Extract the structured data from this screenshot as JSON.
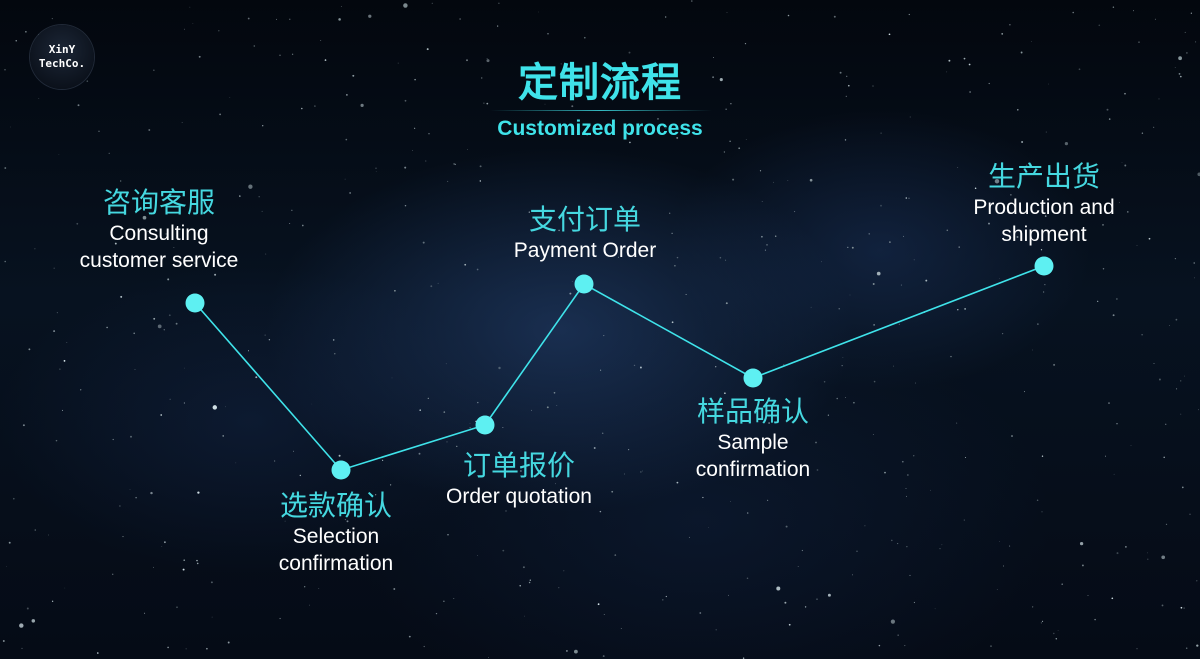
{
  "logo": {
    "line1": "XinY",
    "line2": "TechCo."
  },
  "title": "定制流程",
  "subtitle": "Customized process",
  "colors": {
    "accent": "#3fe3ea",
    "label_cn": "#45d8e0",
    "label_en": "#ffffff",
    "background": "#050b16"
  },
  "steps": [
    {
      "cn": "咨询客服",
      "en": "Consulting\ncustomer service"
    },
    {
      "cn": "选款确认",
      "en": "Selection\nconfirmation"
    },
    {
      "cn": "订单报价",
      "en": "Order quotation"
    },
    {
      "cn": "支付订单",
      "en": "Payment Order"
    },
    {
      "cn": "样品确认",
      "en": "Sample\nconfirmation"
    },
    {
      "cn": "生产出货",
      "en": "Production and\nshipment"
    }
  ]
}
